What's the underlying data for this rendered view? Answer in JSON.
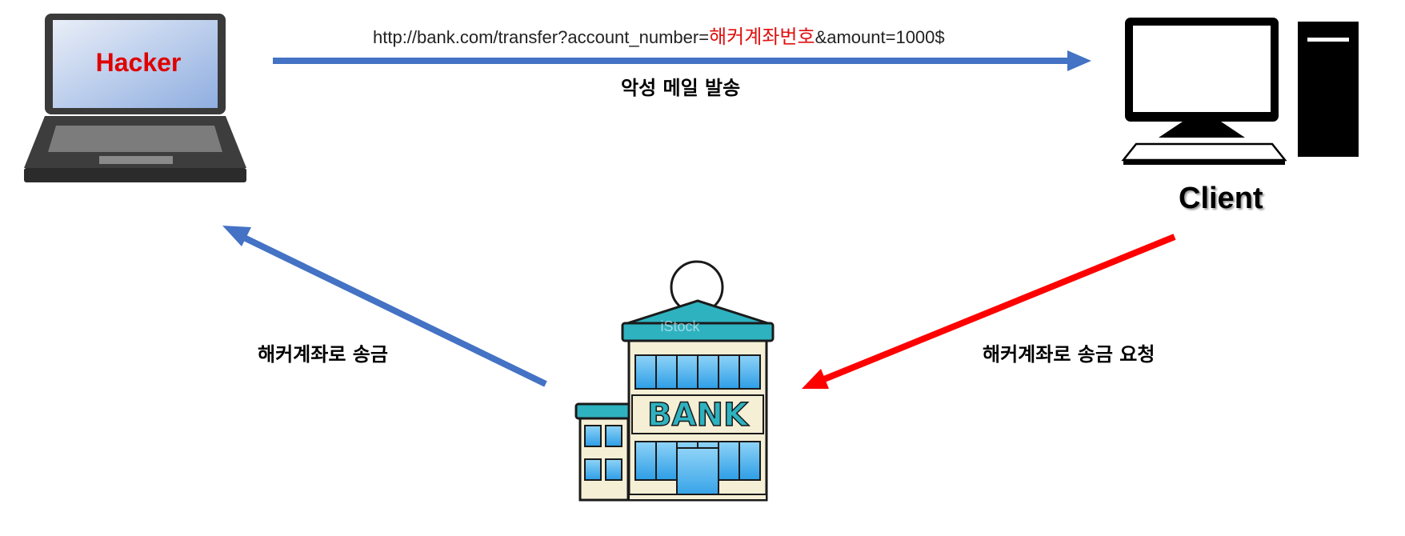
{
  "url": {
    "prefix": "http://bank.com/transfer?account_number=",
    "account": "해커계좌번호",
    "suffix": "&amount=1000$"
  },
  "labels": {
    "malicious_mail": "악성 메일 발송",
    "send_to_hacker": "해커계좌로 송금",
    "transfer_request": "해커계좌로 송금 요청"
  },
  "hacker": {
    "label": "Hacker"
  },
  "client": {
    "label": "Client"
  },
  "bank": {
    "sign": "BANK",
    "watermark": "iStock"
  },
  "colors": {
    "blue_arrow": "#4472c4",
    "red_arrow": "#ff0000",
    "hacker_text": "#e00000",
    "bank_teal": "#2eb2c0",
    "window_blue": "#3fa9f5"
  },
  "icons": [
    "laptop-icon",
    "desktop-computer-icon",
    "bank-building-icon"
  ]
}
